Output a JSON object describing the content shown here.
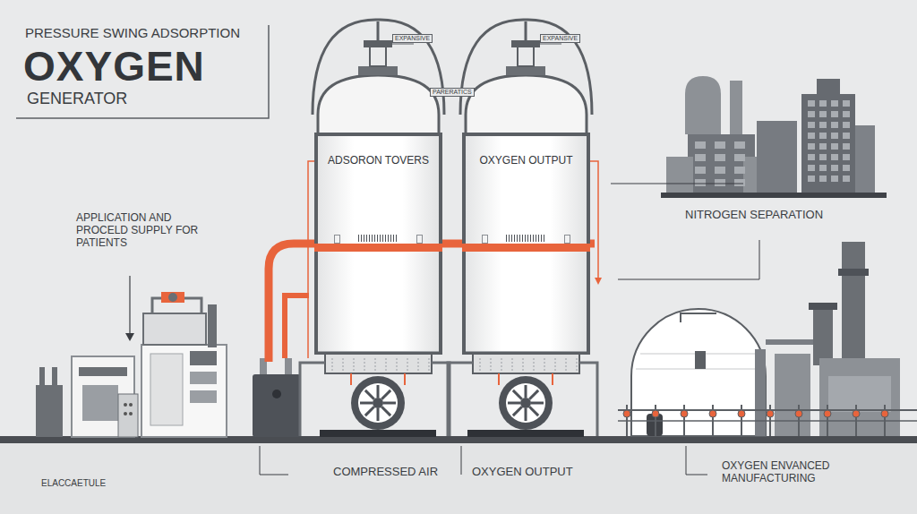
{
  "diagram": {
    "title": "OXYGEN",
    "nodes": [
      {
        "text": [
          "ADSORON TOVERS"
        ]
      },
      {
        "text": [
          "OXYGEN OUTPUT"
        ]
      }
    ],
    "edges": [
      {
        "from": 0,
        "to": 1,
        "arrow": "none"
      }
    ],
    "labels": [
      "PRESSURE SWING ADSORPTION",
      "GENERATOR",
      "EXPANSIVE",
      "PARERATICS",
      "EXPANSIVE",
      "APPLICATION AND PROCELD SUPPLY FOR PATIENTS",
      "NITROGEN SEPARATION",
      "COMPRESSED AIR",
      "OXYGEN OUTPUT",
      "OXYGEN ENVANCED MANUFACTURING",
      "ELACCAETULE"
    ]
  }
}
